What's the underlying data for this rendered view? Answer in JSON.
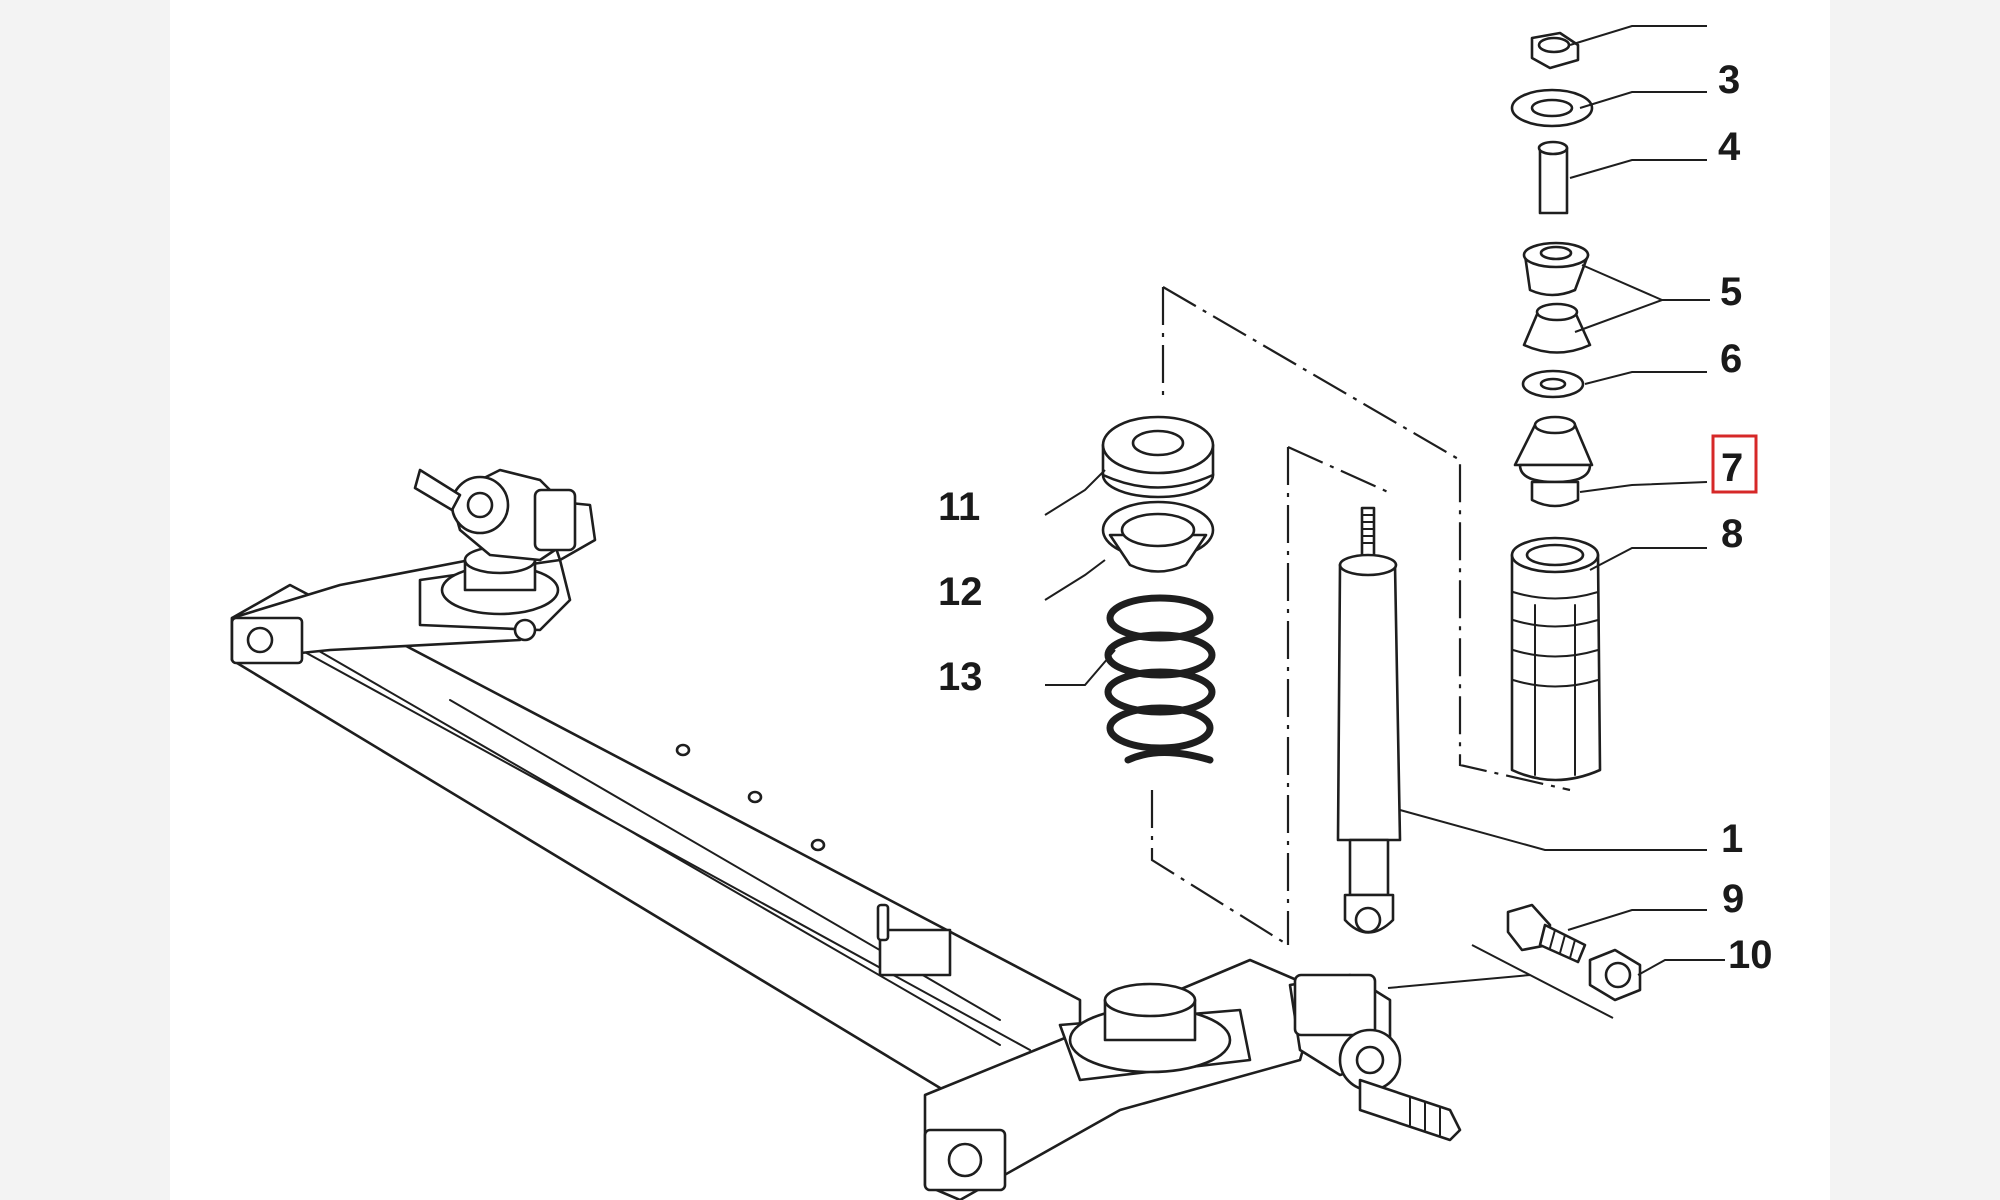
{
  "diagram": {
    "type": "exploded-parts-diagram",
    "highlight_color": "#d62828",
    "callouts": [
      {
        "label": "3",
        "highlighted": false
      },
      {
        "label": "4",
        "highlighted": false
      },
      {
        "label": "5",
        "highlighted": false
      },
      {
        "label": "6",
        "highlighted": false
      },
      {
        "label": "7",
        "highlighted": true
      },
      {
        "label": "8",
        "highlighted": false
      },
      {
        "label": "1",
        "highlighted": false
      },
      {
        "label": "9",
        "highlighted": false
      },
      {
        "label": "10",
        "highlighted": false
      },
      {
        "label": "11",
        "highlighted": false
      },
      {
        "label": "12",
        "highlighted": false
      },
      {
        "label": "13",
        "highlighted": false
      }
    ]
  }
}
